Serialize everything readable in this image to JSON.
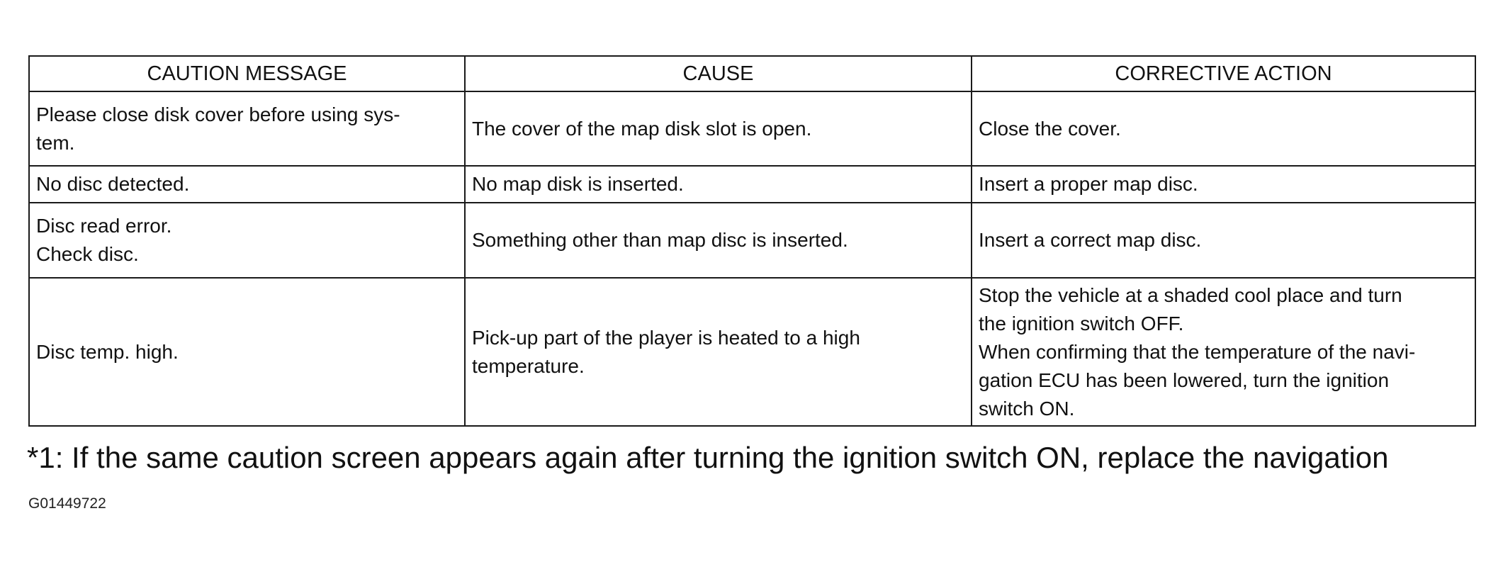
{
  "table": {
    "headers": [
      "CAUTION MESSAGE",
      "CAUSE",
      "CORRECTIVE ACTION"
    ],
    "rows": [
      {
        "message": [
          "Please close disk cover before using sys-",
          "tem."
        ],
        "cause": [
          "The cover of the map disk slot is open."
        ],
        "action": [
          "Close the cover."
        ]
      },
      {
        "message": [
          "No disc detected."
        ],
        "cause": [
          "No map disk is inserted."
        ],
        "action": [
          "Insert a proper map disc."
        ]
      },
      {
        "message": [
          "Disc read error.",
          "Check disc."
        ],
        "cause": [
          "Something other than map disc is inserted."
        ],
        "action": [
          "Insert a correct map disc."
        ]
      },
      {
        "message": [
          "Disc temp. high."
        ],
        "cause": [
          "Pick-up part of the player is heated to a high",
          "temperature."
        ],
        "action": [
          "Stop the vehicle at a shaded cool place and turn",
          "the ignition switch OFF.",
          "When confirming that the temperature of the navi-",
          "gation ECU has been lowered, turn the ignition",
          "switch ON."
        ]
      }
    ]
  },
  "footnote": "*1: If the same caution screen appears again after turning the ignition switch ON, replace the navigation",
  "figure_id": "G01449722"
}
